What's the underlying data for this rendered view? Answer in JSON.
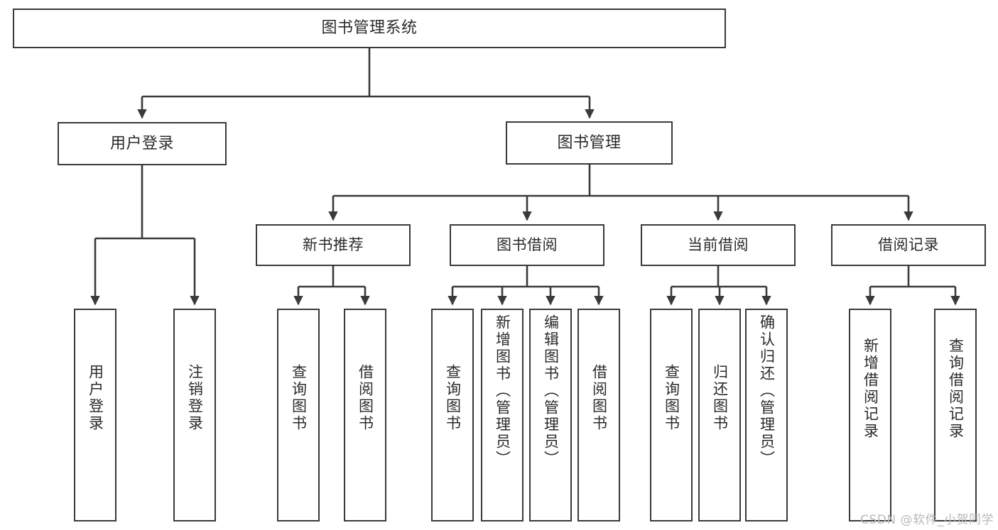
{
  "diagram": {
    "title": "图书管理系统",
    "type": "tree-hierarchy-chart",
    "stroke_color": "#3a3a3a",
    "text_color": "#2b2b2b",
    "background_color": "#ffffff"
  },
  "nodes": {
    "root": {
      "label": "图书管理系统"
    },
    "level2": [
      {
        "id": "user-login",
        "label": "用户登录"
      },
      {
        "id": "book-manage",
        "label": "图书管理"
      }
    ],
    "level3": [
      {
        "id": "new-book-recommend",
        "label": "新书推荐"
      },
      {
        "id": "book-borrow",
        "label": "图书借阅"
      },
      {
        "id": "current-borrow",
        "label": "当前借阅"
      },
      {
        "id": "borrow-record",
        "label": "借阅记录"
      }
    ],
    "leaves": {
      "user_login": [
        {
          "id": "leaf-user-login",
          "label": "用户登录"
        },
        {
          "id": "leaf-logout-login",
          "label": "注销登录"
        }
      ],
      "new_book_recommend": [
        {
          "id": "leaf-query-book-1",
          "label": "查询图书"
        },
        {
          "id": "leaf-borrow-book-1",
          "label": "借阅图书"
        }
      ],
      "book_borrow": [
        {
          "id": "leaf-query-book-2",
          "label": "查询图书"
        },
        {
          "id": "leaf-add-book",
          "label": "新增图书（管理员）"
        },
        {
          "id": "leaf-edit-book",
          "label": "编辑图书（管理员）"
        },
        {
          "id": "leaf-borrow-book-2",
          "label": "借阅图书"
        }
      ],
      "current_borrow": [
        {
          "id": "leaf-query-book-3",
          "label": "查询图书"
        },
        {
          "id": "leaf-return-book",
          "label": "归还图书"
        },
        {
          "id": "leaf-confirm-return",
          "label": "确认归还（管理员）"
        }
      ],
      "borrow_record": [
        {
          "id": "leaf-add-record",
          "label": "新增借阅记录"
        },
        {
          "id": "leaf-query-record",
          "label": "查询借阅记录"
        }
      ]
    }
  },
  "watermark": {
    "text": "CSDN @软件_小贺同学"
  }
}
